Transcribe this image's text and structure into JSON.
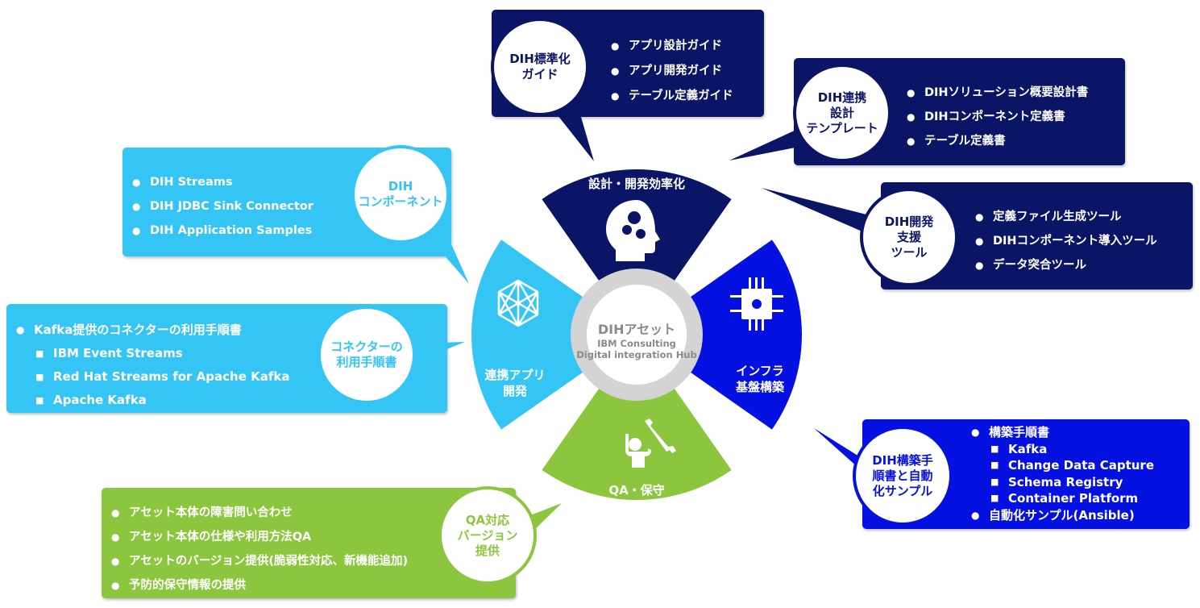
{
  "colors": {
    "navy": "#0b1566",
    "blue": "#0511e0",
    "light_blue": "#35c5f4",
    "green": "#8cc63f",
    "ring": "#d4d4d4"
  },
  "center": {
    "title": "DIHアセット",
    "line1": "IBM Consulting",
    "line2": "Digital integration Hub"
  },
  "sectors": {
    "design": {
      "label": "設計・開発効率化",
      "icon": "head-gears-icon"
    },
    "infra": {
      "label": "インフラ\n基盤構築",
      "icon": "chip-icon"
    },
    "qa": {
      "label": "QA・保守",
      "icon": "person-wrench-icon"
    },
    "app": {
      "label": "連携アプリ\n開発",
      "icon": "network-icon"
    }
  },
  "callouts": {
    "standard_guide": {
      "title": "DIH標準化\nガイド",
      "items": [
        "アプリ設計ガイド",
        "アプリ開発ガイド",
        "テーブル定義ガイド"
      ]
    },
    "design_template": {
      "title": "DIH連携\n設計\nテンプレート",
      "items": [
        "DIHソリューション概要設計書",
        "DIHコンポーネント定義書",
        "テーブル定義書"
      ]
    },
    "dev_tools": {
      "title": "DIH開発\n支援\nツール",
      "items": [
        "定義ファイル生成ツール",
        "DIHコンポーネント導入ツール",
        "データ突合ツール"
      ]
    },
    "build_procedures": {
      "title": "DIH構築手\n順書と自動\n化サンプル",
      "item1": "構築手順書",
      "subitems": [
        "Kafka",
        "Change Data Capture",
        "Schema Registry",
        "Container Platform"
      ],
      "item2": "自動化サンプル(Ansible)"
    },
    "components": {
      "title": "DIH\nコンポーネント",
      "items": [
        "DIH Streams",
        "DIH JDBC Sink Connector",
        "DIH Application Samples"
      ]
    },
    "connector": {
      "title": "コネクターの\n利用手順書",
      "item1": "Kafka提供のコネクターの利用手順書",
      "subitems": [
        "IBM Event Streams",
        "Red Hat Streams for Apache Kafka",
        "Apache Kafka"
      ]
    },
    "qa_support": {
      "title": "QA対応\nバージョン\n提供",
      "items": [
        "アセット本体の障害問い合わせ",
        "アセット本体の仕様や利用方法QA",
        "アセットのバージョン提供(脆弱性対応、新機能追加)",
        "予防的保守情報の提供"
      ]
    }
  }
}
